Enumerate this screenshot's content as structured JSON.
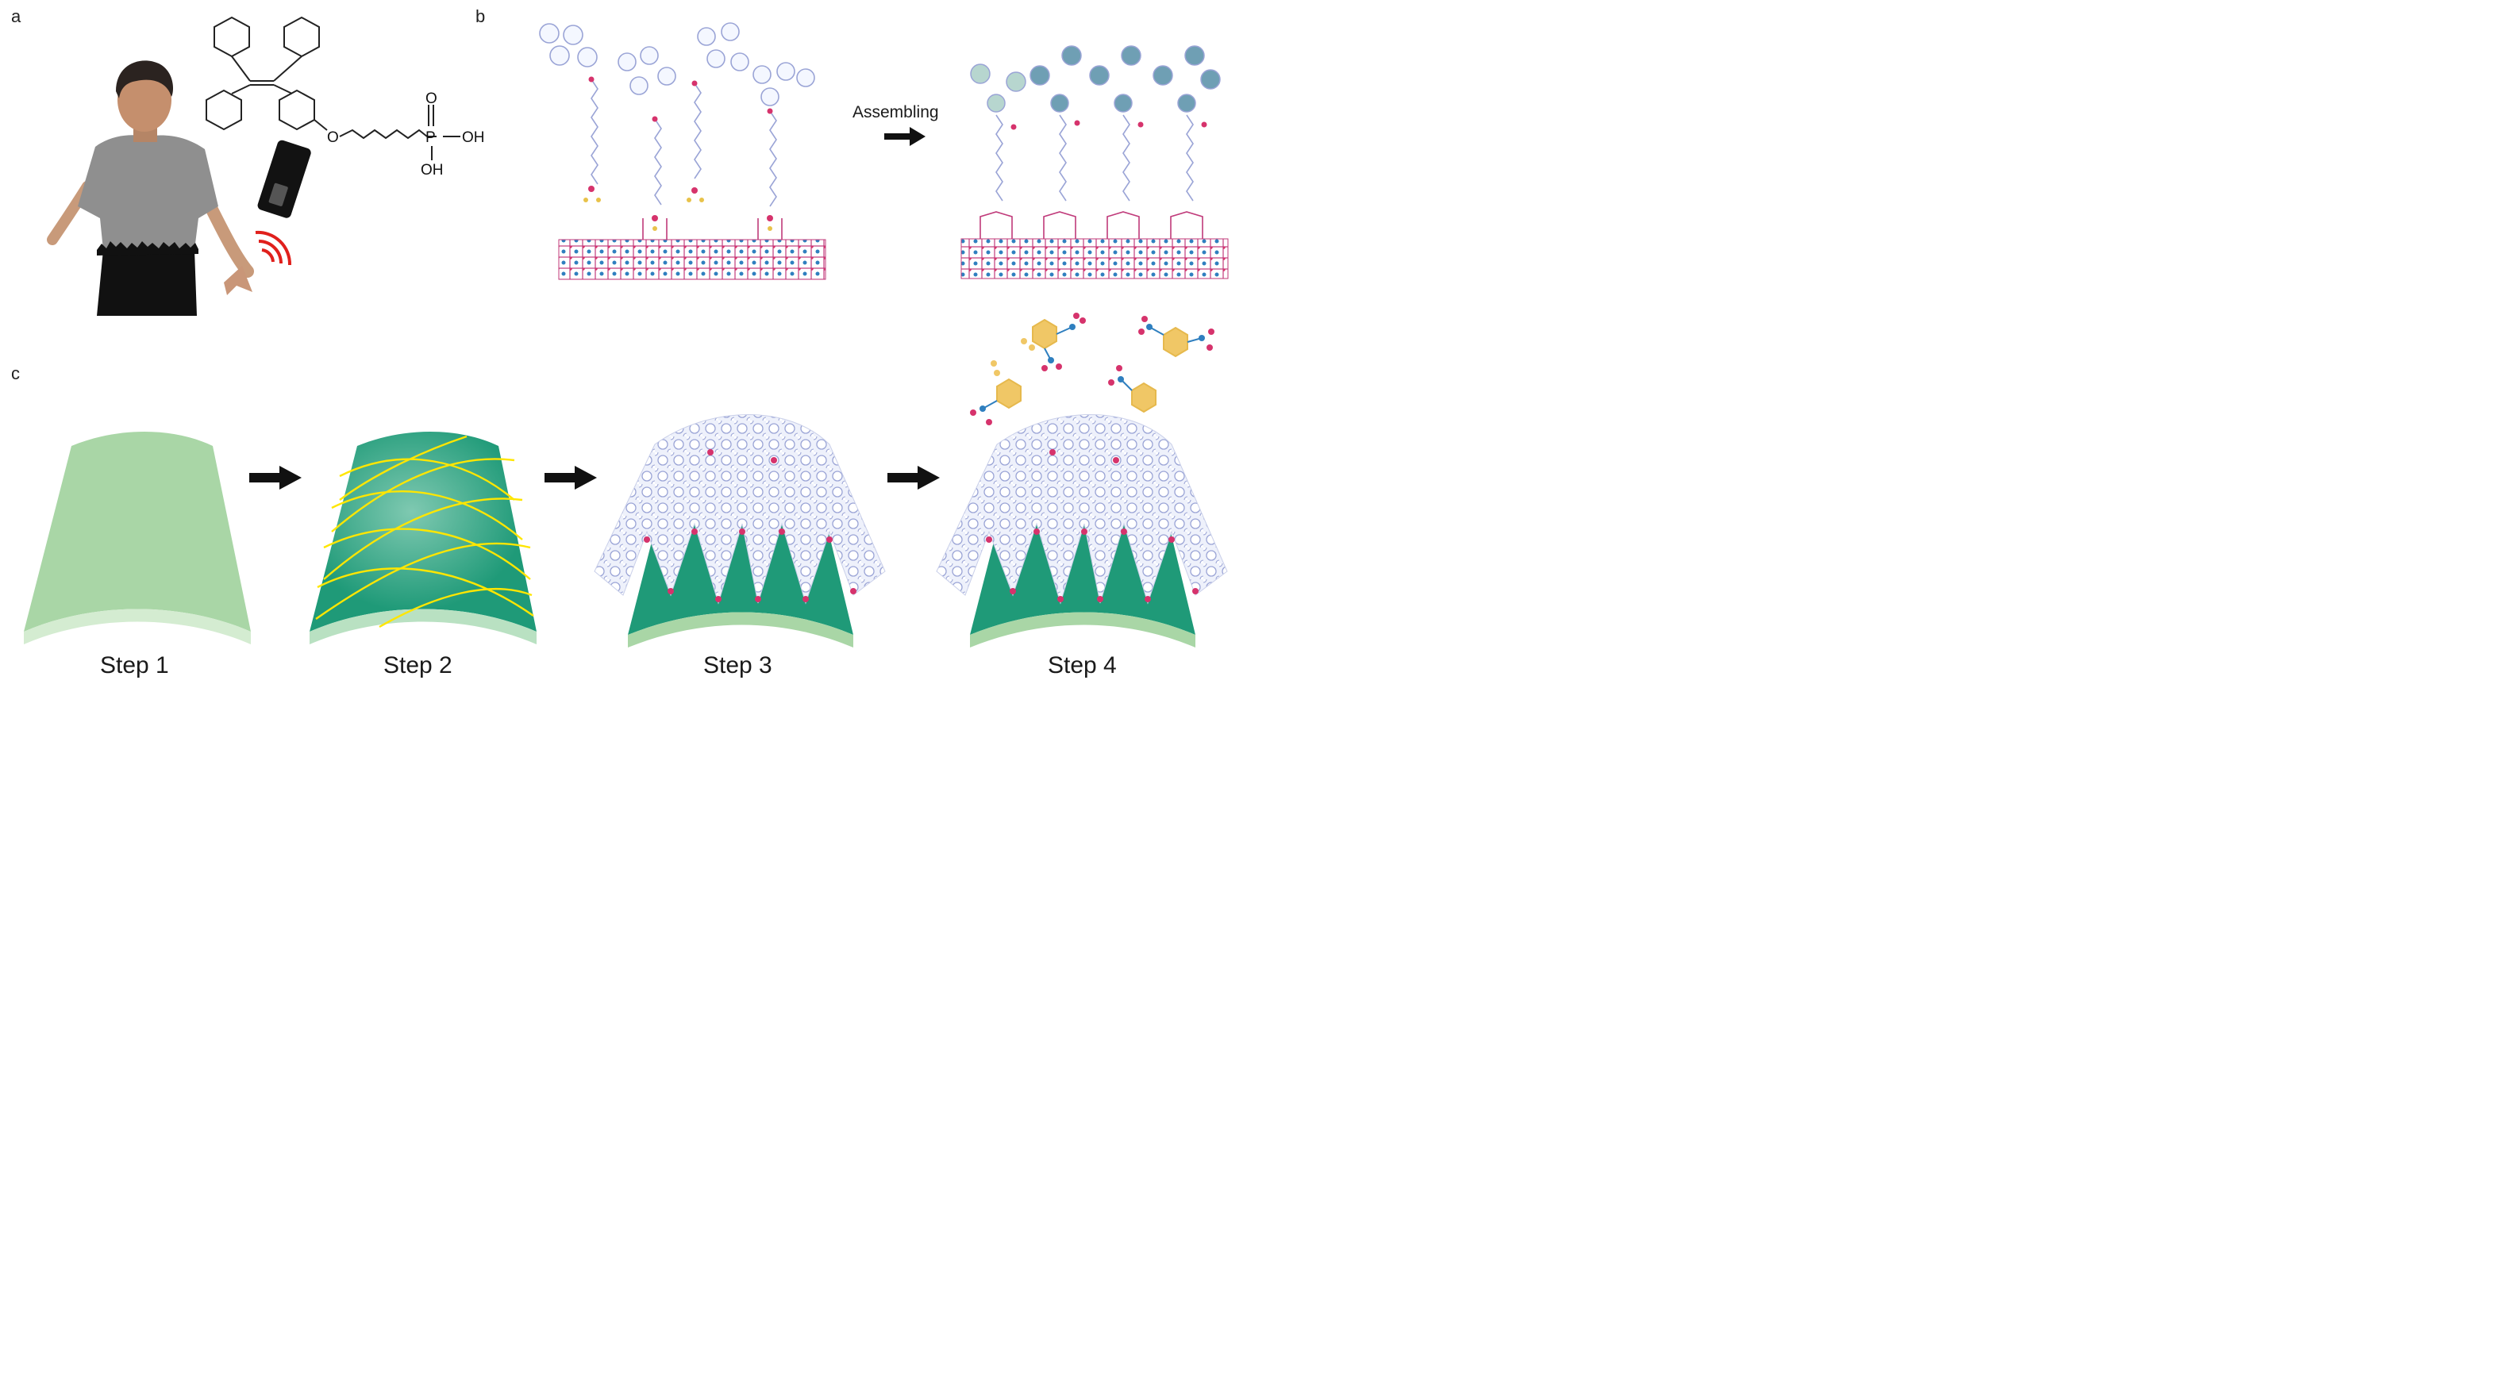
{
  "panels": {
    "a": "a",
    "b": "b",
    "c": "c"
  },
  "molecule": {
    "atom_o": "O",
    "atom_p": "P",
    "atom_o_double": "O",
    "group_oh_right": "OH",
    "group_oh_bottom": "OH"
  },
  "assembly": {
    "label": "Assembling"
  },
  "steps": [
    "Step 1",
    "Step 2",
    "Step 3",
    "Step 4"
  ],
  "colors": {
    "substrate_light_green": "#a9d6a6",
    "substrate_teal": "#1f9a78",
    "fiber_yellow": "#ffe600",
    "crystal_magenta": "#d6336c",
    "crystal_blue": "#2f7fbf",
    "molecule_white": "#f4f7ff",
    "analyte_yellow": "#f0c766"
  }
}
